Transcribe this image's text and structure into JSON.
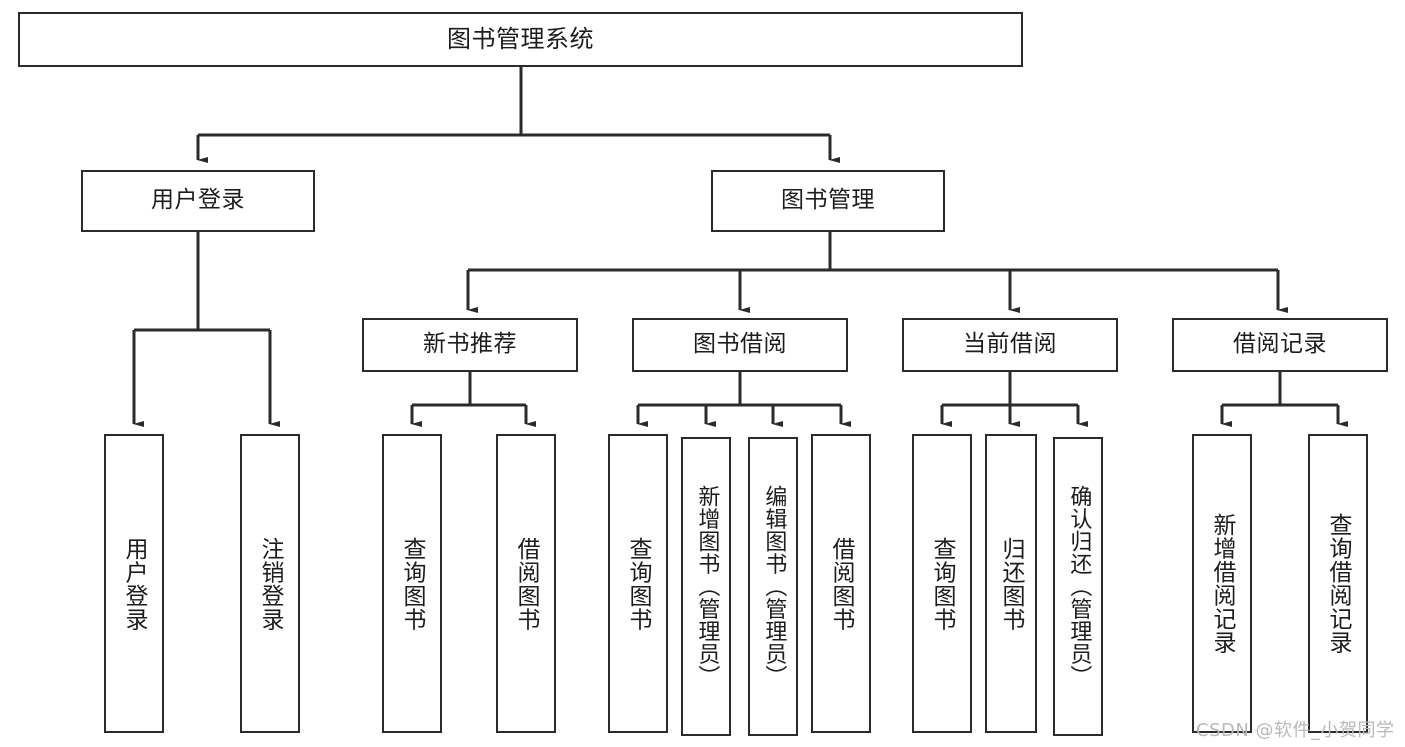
{
  "diagram": {
    "title": "图书管理系统",
    "type": "tree-hierarchy-chart",
    "root": {
      "label": "图书管理系统"
    },
    "level2": [
      {
        "label": "用户登录"
      },
      {
        "label": "图书管理"
      }
    ],
    "level3": [
      {
        "label": "新书推荐"
      },
      {
        "label": "图书借阅"
      },
      {
        "label": "当前借阅"
      },
      {
        "label": "借阅记录"
      }
    ],
    "leaves": {
      "user_login": [
        {
          "label": "用户登录"
        },
        {
          "label": "注销登录"
        }
      ],
      "new_book_recommend": [
        {
          "label": "查询图书"
        },
        {
          "label": "借阅图书"
        }
      ],
      "book_borrow": [
        {
          "label": "查询图书"
        },
        {
          "label": "新增图书（管理员）"
        },
        {
          "label": "编辑图书（管理员）"
        },
        {
          "label": "借阅图书"
        }
      ],
      "current_borrow": [
        {
          "label": "查询图书"
        },
        {
          "label": "归还图书"
        },
        {
          "label": "确认归还（管理员）"
        }
      ],
      "borrow_record": [
        {
          "label": "新增借阅记录"
        },
        {
          "label": "查询借阅记录"
        }
      ]
    }
  },
  "watermark": {
    "text": "CSDN @软件_小贺同学"
  },
  "colors": {
    "border": "#2b2b2b",
    "text": "#1d1d1d",
    "background": "#ffffff",
    "watermark": "#b9b9b9"
  }
}
